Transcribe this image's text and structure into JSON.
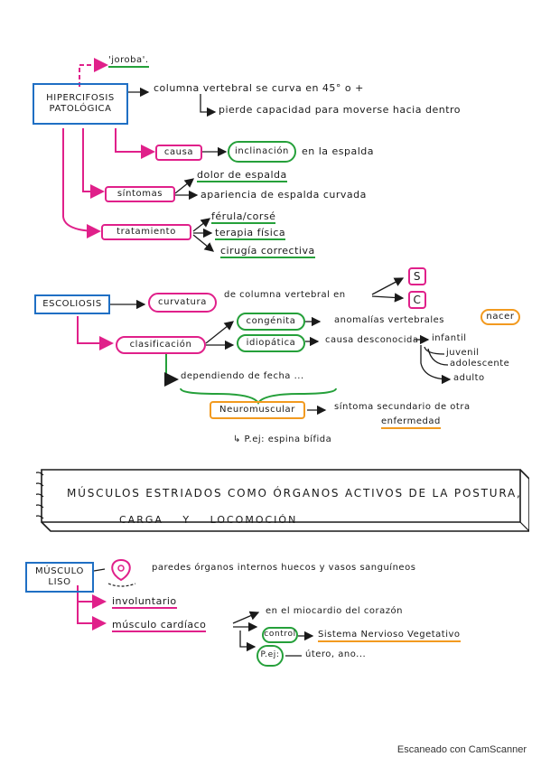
{
  "colors": {
    "blue": "#1f6fc4",
    "pink": "#e0208a",
    "green": "#25a03a",
    "orange": "#f29a1f"
  },
  "hipercifosis": {
    "title": "HIPERCIFOSIS\nPATOLÓGICA",
    "joroba": "'joroba'.",
    "def_1": "columna vertebral se curva en 45° o +",
    "def_2": "pierde capacidad para moverse hacia dentro",
    "causa_label": "causa",
    "causa_box": "inclinación",
    "causa_text": "en la espalda",
    "sintomas_label": "síntomas",
    "sintoma_1": "dolor de espalda",
    "sintoma_2": "apariencia de espalda curvada",
    "tratamiento_label": "tratamiento",
    "trat_1": "férula/corsé",
    "trat_2": "terapia física",
    "trat_3": "cirugía correctiva"
  },
  "escoliosis": {
    "title": "ESCOLIOSIS",
    "curvatura_box": "curvatura",
    "curvatura_text": "de columna vertebral en",
    "shape_s": "S",
    "shape_c": "C",
    "clasificacion_label": "clasificación",
    "congenita": "congénita",
    "congenita_text": "anomalías vertebrales",
    "nacer": "nacer",
    "idiopatica": "idiopática",
    "idiopatica_text": "causa desconocida",
    "edad_1": "infantil",
    "edad_2": "juvenil",
    "edad_3": "adolescente",
    "edad_4": "adulto",
    "dependiendo": "dependiendo de fecha ...",
    "neuromuscular": "Neuromuscular",
    "neuro_text_1": "síntoma secundario de otra",
    "neuro_text_2": "enfermedad",
    "pej": "↳ P.ej: espina bífida"
  },
  "banner": {
    "line_1": "MÚSCULOS ESTRIADOS COMO ÓRGANOS ACTIVOS DE LA POSTURA,",
    "line_2": "CARGA Y LOCOMOCIÓN"
  },
  "musculo_liso": {
    "title": "MÚSCULO\nLISO",
    "paredes": "paredes órganos internos huecos y vasos sanguíneos",
    "involuntario": "involuntario",
    "cardiaco": "músculo cardíaco",
    "miocardio": "en el miocardio del corazón",
    "control_box": "control",
    "control_text": "Sistema Nervioso Vegetativo",
    "pej_box": "P.ej:",
    "pej_text": "útero, ano..."
  },
  "footer": "Escaneado con CamScanner"
}
